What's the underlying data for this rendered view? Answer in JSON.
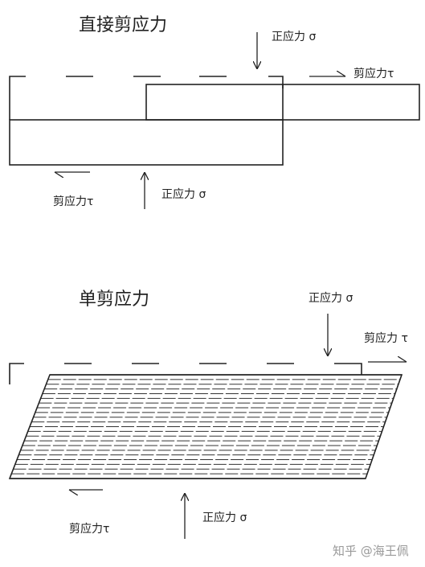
{
  "top_section": {
    "title": "直接剪应力",
    "normal_stress_top": "正应力 σ",
    "shear_stress_right": "剪应力τ",
    "shear_stress_left": "剪应力τ",
    "normal_stress_bottom": "正应力 σ"
  },
  "bottom_section": {
    "title": "单剪应力",
    "normal_stress_top": "正应力 σ",
    "shear_stress_right": "剪应力 τ",
    "shear_stress_left": "剪应力τ",
    "normal_stress_bottom": "正应力 σ"
  },
  "watermark": "知乎 @海王佩",
  "colors": {
    "line": "#222222",
    "watermark": "#9a9a9a"
  }
}
